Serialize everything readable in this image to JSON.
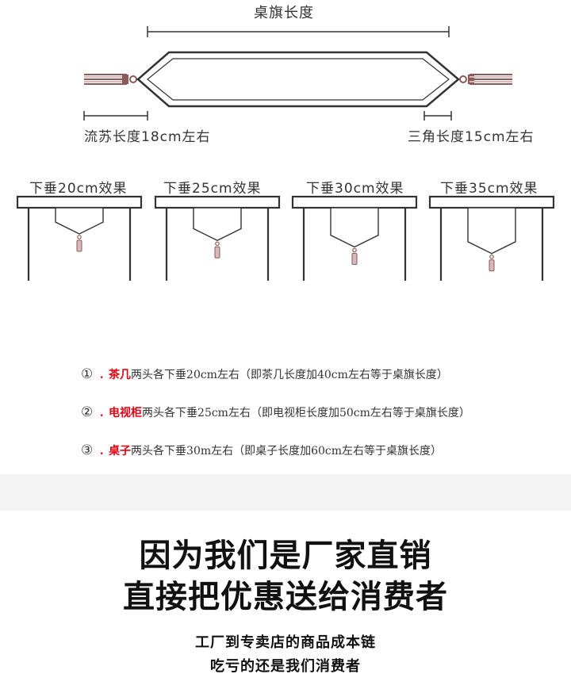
{
  "top_diagram": {
    "length_label": "桌旗长度",
    "tassel_label": "流苏长度18cm左右",
    "triangle_label": "三角长度15cm左右"
  },
  "drops": [
    {
      "label": "下垂20cm效果",
      "drop_cm": 20
    },
    {
      "label": "下垂25cm效果",
      "drop_cm": 25
    },
    {
      "label": "下垂30cm效果",
      "drop_cm": 30
    },
    {
      "label": "下垂35cm效果",
      "drop_cm": 35
    }
  ],
  "notes": [
    {
      "num": "①",
      "dot": ".",
      "highlight": "茶几",
      "text": "两头各下垂20cm左右（即茶几长度加40cm左右等于桌旗长度）"
    },
    {
      "num": "②",
      "dot": ".",
      "highlight": "电视柜",
      "text": "两头各下垂25cm左右（即电视柜长度加50cm左右等于桌旗长度）"
    },
    {
      "num": "③",
      "dot": ".",
      "highlight": "桌子",
      "text": "两头各下垂30m左右（即桌子长度加60cm左右等于桌旗长度）"
    }
  ],
  "promo": {
    "line1": "因为我们是厂家直销",
    "line2": "直接把优惠送给消费者",
    "sub1": "工厂到专卖店的商品成本链",
    "sub2": "吃亏的还是我们消费者"
  },
  "colors": {
    "line": "#333333",
    "tassel": "#8b5a5a",
    "tassel_light": "#d9b8b8",
    "accent_red": "#e60012"
  }
}
